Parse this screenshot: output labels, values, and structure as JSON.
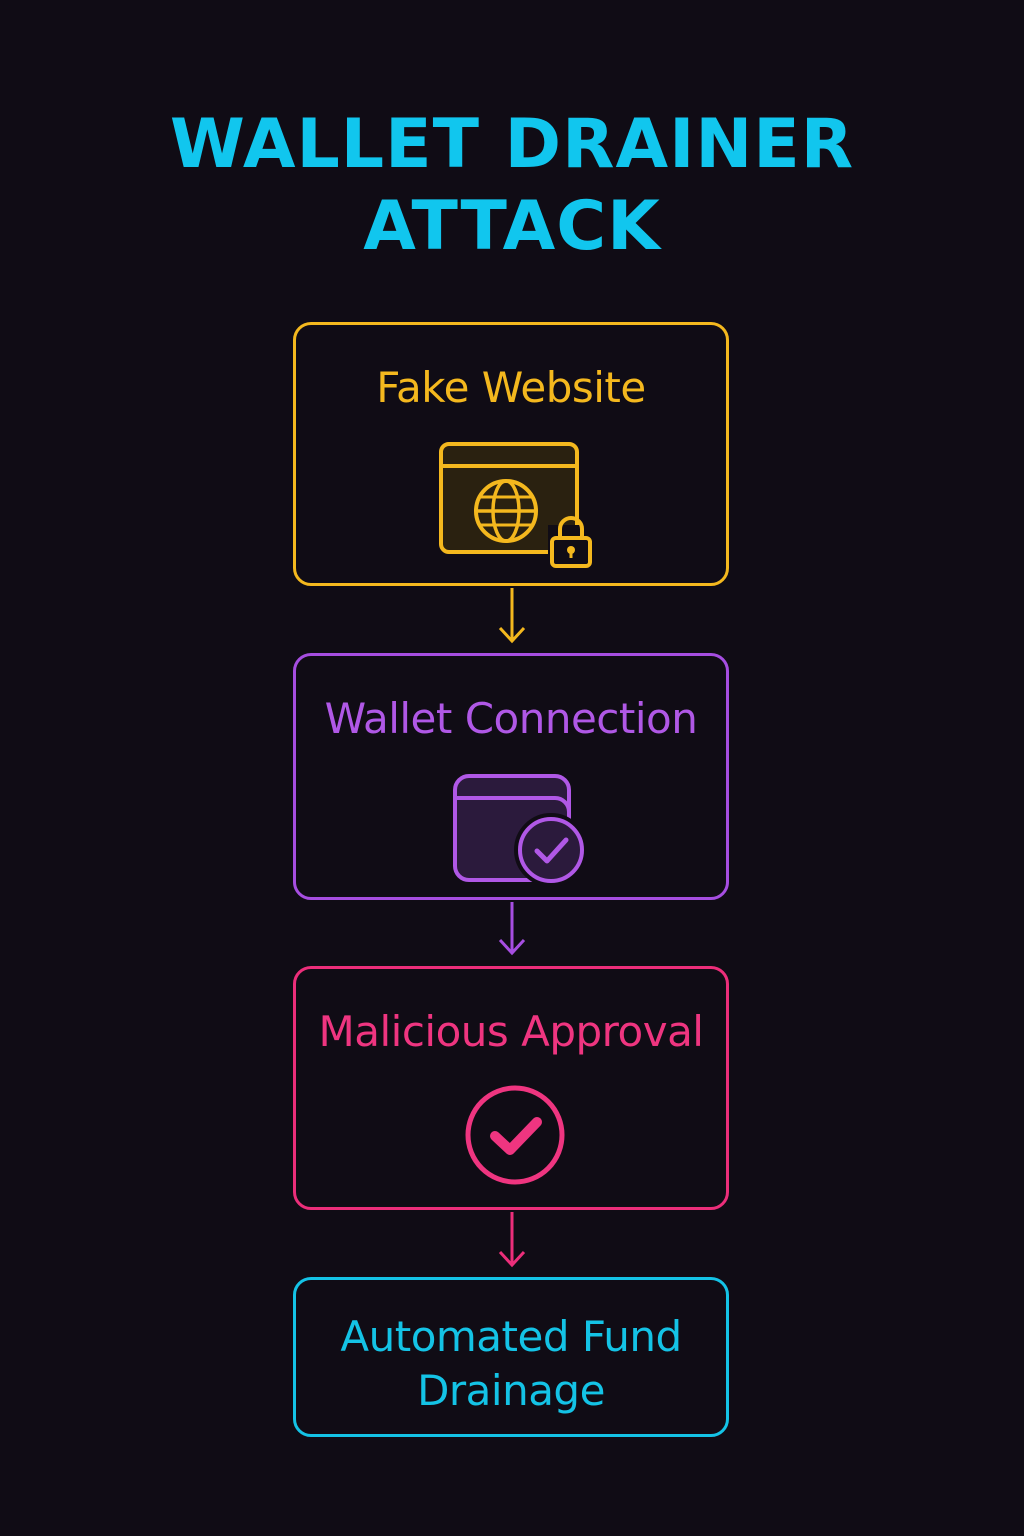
{
  "title": {
    "line1": "WALLET DRAINER",
    "line2": "ATTACK"
  },
  "steps": [
    {
      "label": "Fake Website",
      "icon": "browser-globe-lock-icon",
      "color": "#f4b81e"
    },
    {
      "label": "Wallet Connection",
      "icon": "wallet-check-icon",
      "color": "#b058e6"
    },
    {
      "label": "Malicious Approval",
      "icon": "circle-check-icon",
      "color": "#ef3580"
    },
    {
      "label_line1": "Automated Fund",
      "label_line2": "Drainage",
      "color": "#14c3e6"
    }
  ]
}
